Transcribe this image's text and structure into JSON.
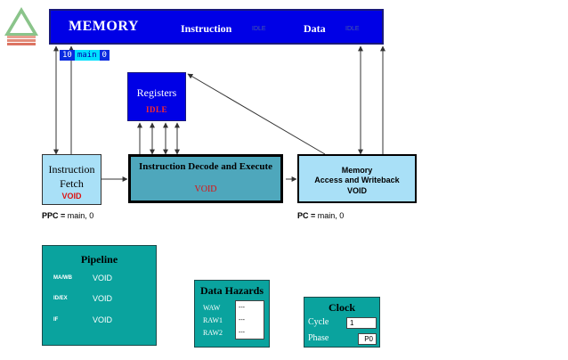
{
  "memory": {
    "title": "MEMORY",
    "instruction_label": "Instruction",
    "instruction_status": "IDLE",
    "data_label": "Data",
    "data_status": "IDLE"
  },
  "address_bar": {
    "left": "10",
    "name": "main",
    "right": "0"
  },
  "registers": {
    "title": "Registers",
    "status": "IDLE"
  },
  "fetch": {
    "title_line1": "Instruction",
    "title_line2": "Fetch",
    "status": "VOID"
  },
  "decode": {
    "title": "Instruction Decode and Execute",
    "status": "VOID"
  },
  "mem_access": {
    "line1": "Memory",
    "line2": "Access and Writeback",
    "status": "VOID"
  },
  "ppc": {
    "label": "PPC =",
    "value": "main, 0"
  },
  "pc": {
    "label": "PC =",
    "value": "main, 0"
  },
  "pipeline": {
    "title": "Pipeline",
    "stages": [
      {
        "name": "MA/WB",
        "value": "VOID"
      },
      {
        "name": "ID/EX",
        "value": "VOID"
      },
      {
        "name": "IF",
        "value": "VOID"
      }
    ]
  },
  "hazards": {
    "title": "Data Hazards",
    "rows": [
      {
        "name": "WAW",
        "value": "---"
      },
      {
        "name": "RAW1",
        "value": "---"
      },
      {
        "name": "RAW2",
        "value": "---"
      }
    ]
  },
  "clock": {
    "title": "Clock",
    "cycle_label": "Cycle",
    "cycle_value": "1",
    "phase_label": "Phase",
    "phase_value": "P0"
  },
  "colors": {
    "memory_bg": "#0000e6",
    "stage_bg": "#a9e0f7",
    "decode_bg": "#4ea7bc",
    "panel_bg": "#0aa39e",
    "status_red": "#dd1111"
  }
}
